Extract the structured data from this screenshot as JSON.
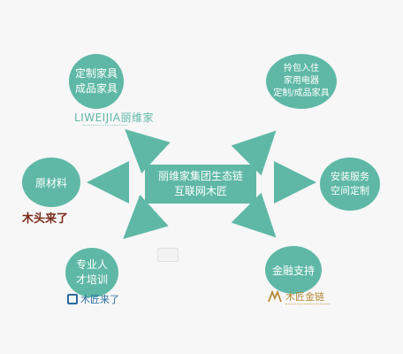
{
  "center": {
    "line1": "丽维家集团生态链",
    "line2": "互联网木匠"
  },
  "nodes": {
    "furniture": {
      "line1": "定制家具",
      "line2": "成品家具"
    },
    "move_in": {
      "line1": "拎包入住",
      "line2": "家用电器",
      "line3": "定制/成品家具"
    },
    "material": {
      "line1": "原材料"
    },
    "install": {
      "line1": "安装服务",
      "line2": "空间定制"
    },
    "talent": {
      "line1": "专业人",
      "line2": "才培训"
    },
    "finance": {
      "line1": "金融支持"
    }
  },
  "logos": {
    "liweijia": "LIWEIJIA丽维家",
    "mutou": "木头来了",
    "mujiang": "木匠来了",
    "finance": "木匠金链"
  },
  "colors": {
    "accent": "#5fb8a6",
    "background": "#f7f7f7"
  }
}
